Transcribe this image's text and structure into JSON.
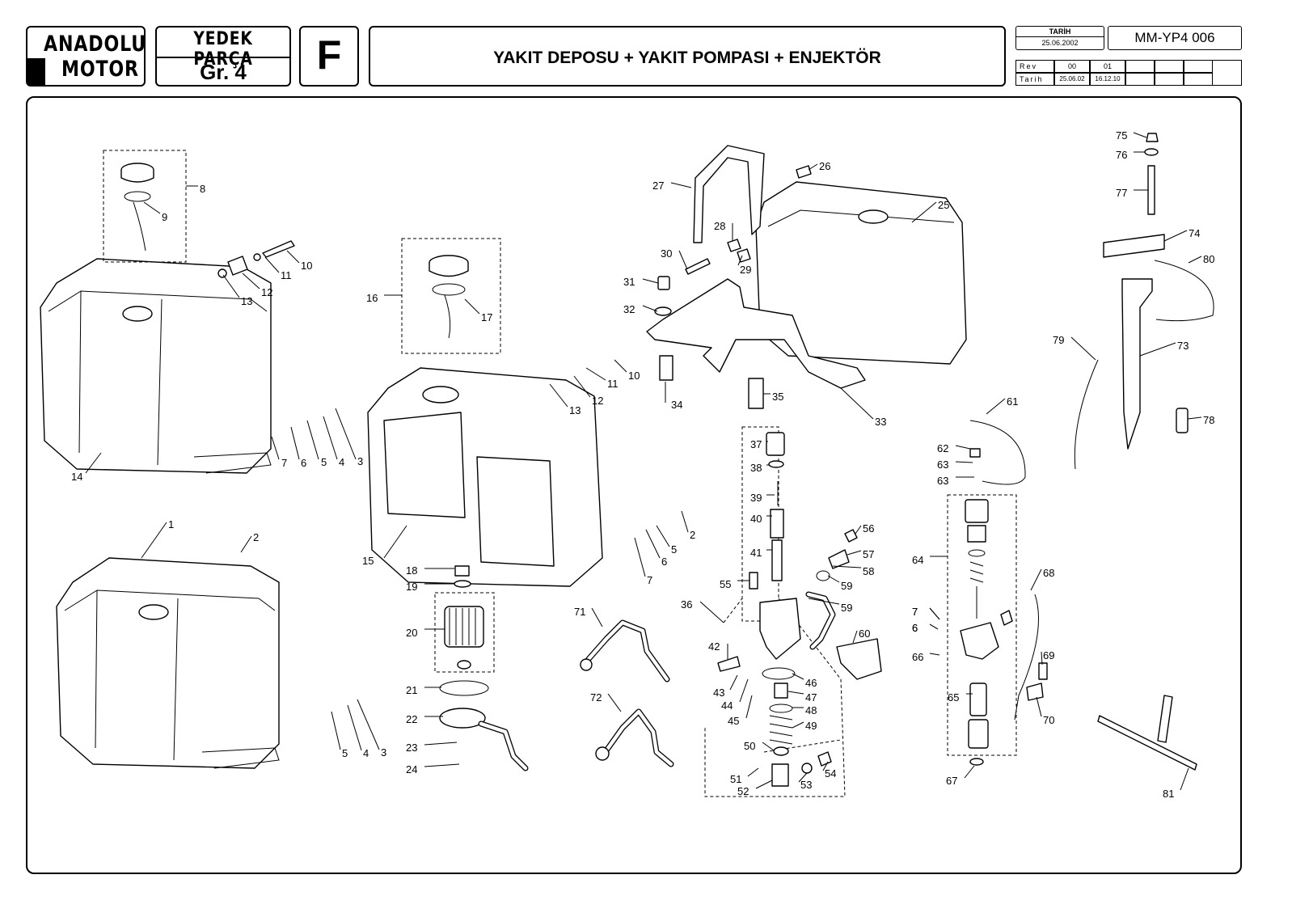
{
  "header": {
    "logo": {
      "line1": "ANADOLU",
      "line2": "MOTOR"
    },
    "section": "YEDEK PARÇA",
    "group": "Gr. 4",
    "letter": "F",
    "title": "YAKIT DEPOSU + YAKIT POMPASI + ENJEKTÖR",
    "date_label": "TARİH",
    "date_value": "25.06.2002",
    "doc_code": "MM-YP4 006",
    "rev_label": "Rev",
    "rev_values": [
      "00",
      "01"
    ],
    "rev_date_label": "Tarih",
    "rev_dates": [
      "25.06.02",
      "16.12.10"
    ]
  },
  "callouts": [
    "1",
    "2",
    "3",
    "4",
    "5",
    "6",
    "7",
    "8",
    "9",
    "10",
    "11",
    "12",
    "13",
    "14",
    "15",
    "16",
    "17",
    "18",
    "19",
    "20",
    "21",
    "22",
    "23",
    "24",
    "25",
    "26",
    "27",
    "28",
    "29",
    "30",
    "31",
    "32",
    "33",
    "34",
    "35",
    "36",
    "37",
    "38",
    "39",
    "40",
    "41",
    "42",
    "43",
    "44",
    "45",
    "46",
    "47",
    "48",
    "49",
    "50",
    "51",
    "52",
    "53",
    "54",
    "55",
    "56",
    "57",
    "58",
    "59",
    "60",
    "61",
    "62",
    "63",
    "64",
    "65",
    "66",
    "67",
    "68",
    "69",
    "70",
    "71",
    "72",
    "73",
    "74",
    "75",
    "76",
    "77",
    "78",
    "79",
    "80",
    "81"
  ],
  "callouts_repeat": [
    "2",
    "3",
    "4",
    "5",
    "6",
    "7",
    "10",
    "11",
    "12",
    "13",
    "59",
    "63",
    "6",
    "7"
  ]
}
